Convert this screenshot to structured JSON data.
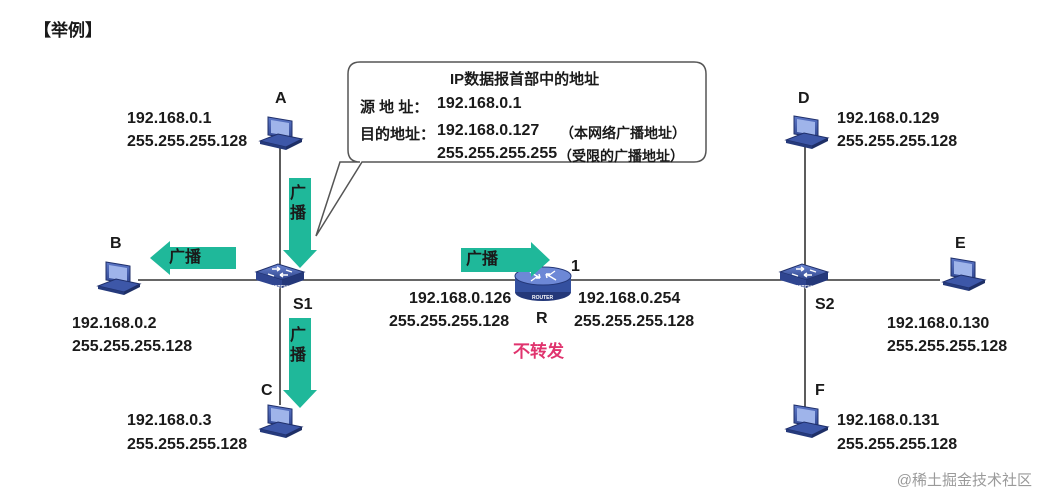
{
  "heading": "【举例】",
  "callout": {
    "title": "IP数据报首部中的地址",
    "src_label": "源 地 址：",
    "src_value": "192.168.0.1",
    "dst_label": "目的地址：",
    "dst_value1": "192.168.0.127",
    "dst_note1": "（本网络广播地址）",
    "dst_value2": "255.255.255.255",
    "dst_note2": "（受限的广播地址）"
  },
  "broadcast_label": "广播",
  "hosts": {
    "A": {
      "name": "A",
      "ip": "192.168.0.1",
      "mask": "255.255.255.128"
    },
    "B": {
      "name": "B",
      "ip": "192.168.0.2",
      "mask": "255.255.255.128"
    },
    "C": {
      "name": "C",
      "ip": "192.168.0.3",
      "mask": "255.255.255.128"
    },
    "D": {
      "name": "D",
      "ip": "192.168.0.129",
      "mask": "255.255.255.128"
    },
    "E": {
      "name": "E",
      "ip": "192.168.0.130",
      "mask": "255.255.255.128"
    },
    "F": {
      "name": "F",
      "ip": "192.168.0.131",
      "mask": "255.255.255.128"
    }
  },
  "switches": {
    "S1": {
      "name": "S1",
      "badge": "SWITCH"
    },
    "S2": {
      "name": "S2",
      "badge": "SWITCH"
    }
  },
  "router": {
    "name": "R",
    "badge": "ROUTER",
    "port_label": "1",
    "left_ip": "192.168.0.126",
    "left_mask": "255.255.255.128",
    "right_ip": "192.168.0.254",
    "right_mask": "255.255.255.128",
    "note": "不转发"
  },
  "watermark": "@稀土掘金技术社区",
  "colors": {
    "arrow": "#1fb89a",
    "device": "#3b56a6",
    "note": "#e0346e"
  }
}
